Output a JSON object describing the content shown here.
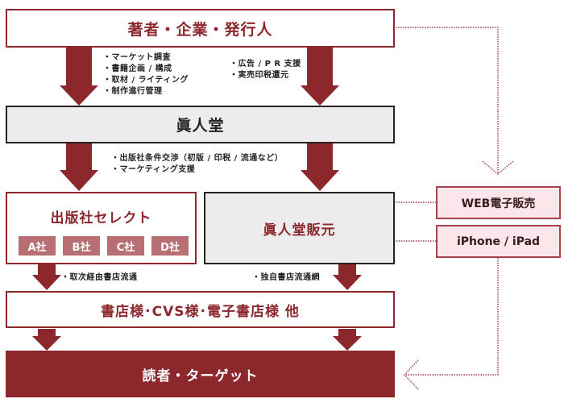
{
  "colors": {
    "primary": "#8c272c",
    "gray_fill": "#ececec",
    "pink_fill": "#fbe6ec",
    "tag_fill": "#b86f74"
  },
  "nodes": {
    "author": "著者・企業・発行人",
    "shinjindo": "眞人堂",
    "publisher_select": "出版社セレクト",
    "publisher_tags": [
      "A社",
      "B社",
      "C社",
      "D社"
    ],
    "shinjindo_publisher": "眞人堂販元",
    "web_sales": "WEB電子販売",
    "iphone_ipad": "iPhone / iPad",
    "stores": "書店様･CVS様･電子書店様 他",
    "readers": "読者・ターゲット"
  },
  "notes": {
    "author_to_shinjindo_left": [
      "・マーケット調査",
      "・書籍企画 / 構成",
      "・取材 / ライティング",
      "・制作進行管理"
    ],
    "author_to_shinjindo_right": [
      "・広告 / P R 支援",
      "・実売印税還元"
    ],
    "shinjindo_to_publishers": [
      "・出版社条件交渉（初版 / 印税 / 流通など）",
      "・マーケティング支援"
    ],
    "select_to_stores": "・取次経由書店流通",
    "own_to_stores": "・独自書店流通網"
  }
}
